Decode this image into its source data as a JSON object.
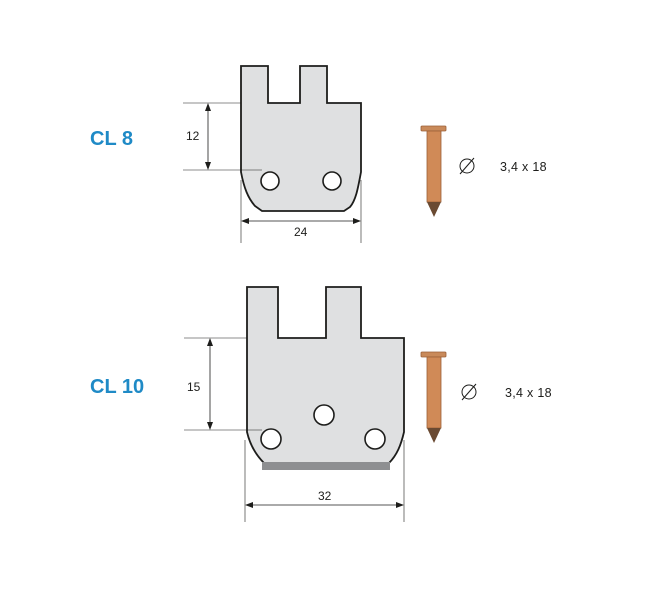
{
  "parts": [
    {
      "label": "CL 8",
      "height_dim": "12",
      "width_dim": "24",
      "diameter_icon": "diameter-symbol-icon",
      "nail_spec": "3,4 x 18",
      "nail_icon": "copper-nail-icon"
    },
    {
      "label": "CL 10",
      "height_dim": "15",
      "width_dim": "32",
      "diameter_icon": "diameter-symbol-icon",
      "nail_spec": "3,4 x 18",
      "nail_icon": "copper-nail-icon"
    }
  ],
  "colors": {
    "label": "#1f8ac6",
    "plate_fill": "#dfe0e1",
    "outline": "#1d1d1b",
    "nail": "#d08a57"
  }
}
